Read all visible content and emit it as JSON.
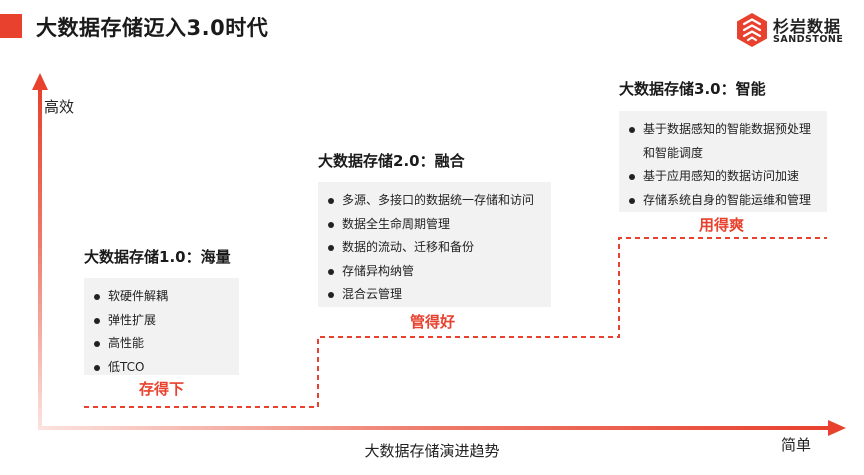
{
  "page": {
    "title": "大数据存储迈入3.0时代"
  },
  "logo": {
    "cn": "杉岩数据",
    "en": "SANDSTONE",
    "color": "#e8412e"
  },
  "axis": {
    "y_label": "高效",
    "x_end_label": "简单",
    "x_title": "大数据存储演进趋势",
    "color": "#e8412e"
  },
  "stages": [
    {
      "title": "大数据存储1.0：海量",
      "features": [
        "软硬件解耦",
        "弹性扩展",
        "高性能",
        "低TCO"
      ],
      "tag": "存得下"
    },
    {
      "title": "大数据存储2.0：融合",
      "features": [
        "多源、多接口的数据统一存储和访问",
        "数据全生命周期管理",
        "数据的流动、迁移和备份",
        "存储异构纳管",
        "混合云管理"
      ],
      "tag": "管得好"
    },
    {
      "title": "大数据存储3.0：智能",
      "features": [
        "基于数据感知的智能数据预处理",
        "和智能调度",
        "基于应用感知的数据访问加速",
        "存储系统自身的智能运维和管理"
      ],
      "tag": "用得爽"
    }
  ],
  "colors": {
    "accent": "#e8412e",
    "box_bg": "#f2f2f2"
  }
}
